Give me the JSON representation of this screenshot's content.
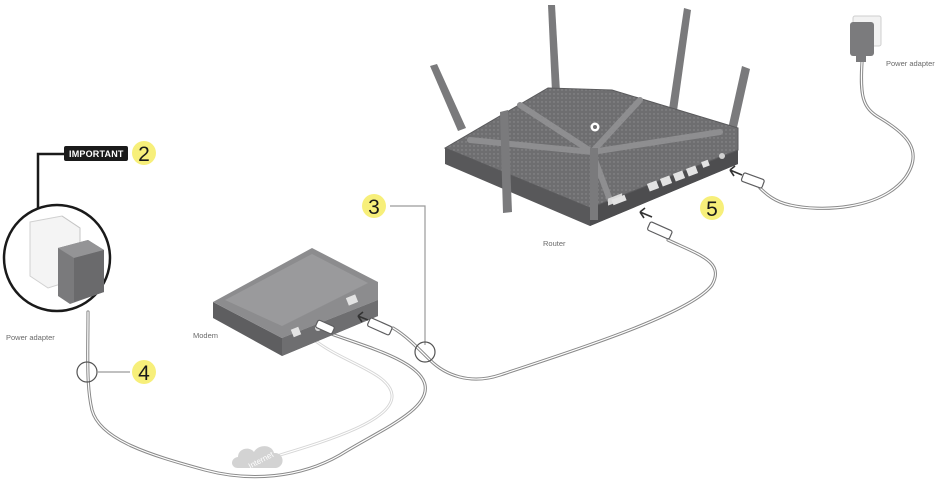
{
  "labels": {
    "important": "IMPORTANT",
    "router": "Router",
    "modem": "Modem",
    "power_adapter_left": "Power adapter",
    "power_adapter_right": "Power adapter",
    "internet": "Internet"
  },
  "steps": {
    "step2": "2",
    "step3": "3",
    "step4": "4",
    "step5": "5"
  },
  "colors": {
    "device_dark": "#6e6e70",
    "device_mid": "#8c8c8e",
    "device_light": "#b5b5b7",
    "cable": "#8a8a8a",
    "badge": "#f7ef7a"
  }
}
